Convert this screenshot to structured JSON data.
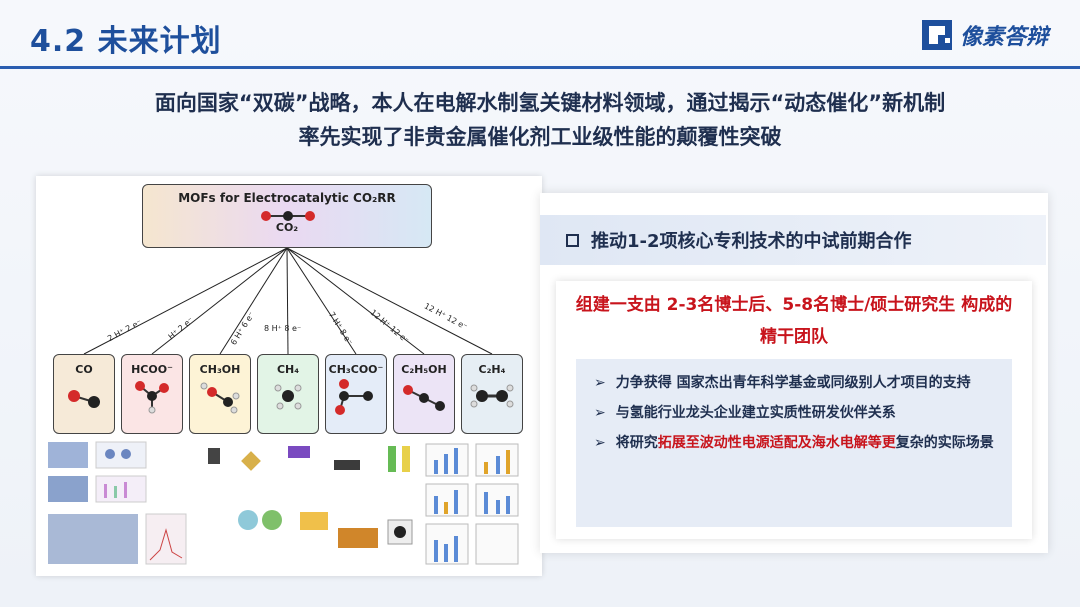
{
  "header": {
    "title": "4.2  未来计划",
    "logo_text": "像素答辩",
    "logo_icon": "pixel-logo-icon"
  },
  "subtitle": {
    "line1": "面向国家“双碳”战略，本人在电解水制氢关键材料领域，通过揭示“动态催化”新机制",
    "line2": "率先实现了非贵金属催化剂工业级性能的颠覆性突破"
  },
  "figure": {
    "mof_title": "MOFs for Electrocatalytic CO₂RR",
    "mof_co2": "CO₂",
    "products": [
      "CO",
      "HCOO⁻",
      "CH₃OH",
      "CH₄",
      "CH₃COO⁻",
      "C₂H₅OH",
      "C₂H₄"
    ],
    "electron_labels": [
      "2 H⁺ 2 e⁻",
      "H⁺ 2 e⁻",
      "6 H⁺ 6 e⁻",
      "8 H⁺ 8 e⁻",
      "7 H⁺ 8 e⁻",
      "12 H⁺ 12 e⁻",
      "12 H⁺ 12 e⁻"
    ],
    "product_colors": [
      "#f6ead8",
      "#fbe5e5",
      "#fdf3d6",
      "#e2f4e6",
      "#e4ecf8",
      "#ece4f6",
      "#e6eef4"
    ]
  },
  "right_panel": {
    "heading": "推动1-2项核心专利技术的中试前期合作",
    "team_text": "组建一支由 2-3名博士后、5-8名博士/硕士研究生 构成的精干团队",
    "bullet_marker": "➢",
    "bullets": [
      {
        "prefix": "力争获得 国家杰出青年科学基金或同级别人才项目的支持",
        "highlight": "",
        "suffix": ""
      },
      {
        "prefix": "与氢能行业龙头企业建立实质性研发伙伴关系",
        "highlight": "",
        "suffix": ""
      },
      {
        "prefix": "将研究",
        "highlight": "拓展至波动性电源适配及海水电解等更",
        "suffix": "复杂的实际场景"
      }
    ]
  },
  "colors": {
    "brand_blue": "#1e4f9c",
    "accent_red": "#c8141c",
    "text_dark": "#1f2f4f"
  }
}
